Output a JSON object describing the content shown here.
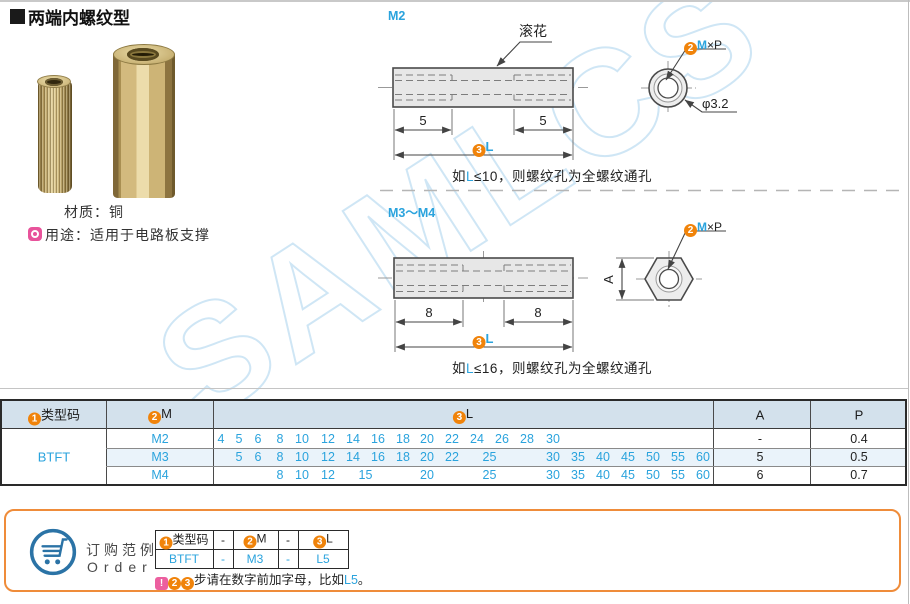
{
  "page": {
    "title": "两端内螺纹型",
    "material": "材质：铜",
    "usage_label": "用途：",
    "usage_text": "适用于电路板支撑",
    "watermark": "SAMLCS"
  },
  "badges": {
    "n1": "1",
    "n2": "2",
    "n3": "3"
  },
  "drawings": {
    "m2": {
      "label": "M2",
      "knurl_label": "滚花",
      "dim_left": "5",
      "dim_right": "5",
      "length_var": "L",
      "thread_m": "M",
      "thread_xp": "×P",
      "diameter": "φ3.2",
      "note_prefix": "如",
      "note_var": "L",
      "note_rest": "≤10，则螺纹孔为全螺纹通孔"
    },
    "m3m4": {
      "label": "M3～M4",
      "dim_left": "8",
      "dim_right": "8",
      "length_var": "L",
      "thread_m": "M",
      "thread_xp": "×P",
      "across_flats": "A",
      "note_prefix": "如",
      "note_var": "L",
      "note_rest": "≤16，则螺纹孔为全螺纹通孔"
    }
  },
  "table": {
    "headers": {
      "type_code": "类型码",
      "m": "M",
      "l": "L",
      "a": "A",
      "p": "P"
    },
    "type_code": "BTFT",
    "rows": [
      {
        "m": "M2",
        "a": "-",
        "p": "0.4",
        "l": [
          {
            "v": "4",
            "slot": 0
          },
          {
            "v": "5",
            "slot": 1
          },
          {
            "v": "6",
            "slot": 2
          },
          {
            "v": "8",
            "slot": 3
          },
          {
            "v": "10",
            "slot": 4
          },
          {
            "v": "12",
            "slot": 5
          },
          {
            "v": "14",
            "slot": 6
          },
          {
            "v": "16",
            "slot": 7
          },
          {
            "v": "18",
            "slot": 8
          },
          {
            "v": "20",
            "slot": 9
          },
          {
            "v": "22",
            "slot": 10
          },
          {
            "v": "24",
            "slot": 11
          },
          {
            "v": "26",
            "slot": 12
          },
          {
            "v": "28",
            "slot": 13
          },
          {
            "v": "30",
            "slot": 14
          }
        ]
      },
      {
        "m": "M3",
        "a": "5",
        "p": "0.5",
        "l": [
          {
            "v": "5",
            "slot": 1
          },
          {
            "v": "6",
            "slot": 2
          },
          {
            "v": "8",
            "slot": 3
          },
          {
            "v": "10",
            "slot": 4
          },
          {
            "v": "12",
            "slot": 5
          },
          {
            "v": "14",
            "slot": 6
          },
          {
            "v": "16",
            "slot": 7
          },
          {
            "v": "18",
            "slot": 8
          },
          {
            "v": "20",
            "slot": 9
          },
          {
            "v": "22",
            "slot": 10
          },
          {
            "v": "25",
            "slot": 11.5
          },
          {
            "v": "30",
            "slot": 14
          },
          {
            "v": "35",
            "slot": 15
          },
          {
            "v": "40",
            "slot": 16
          },
          {
            "v": "45",
            "slot": 17
          },
          {
            "v": "50",
            "slot": 18
          },
          {
            "v": "55",
            "slot": 19
          },
          {
            "v": "60",
            "slot": 20
          }
        ]
      },
      {
        "m": "M4",
        "a": "6",
        "p": "0.7",
        "l": [
          {
            "v": "8",
            "slot": 3
          },
          {
            "v": "10",
            "slot": 4
          },
          {
            "v": "12",
            "slot": 5
          },
          {
            "v": "15",
            "slot": 6.5
          },
          {
            "v": "20",
            "slot": 9
          },
          {
            "v": "25",
            "slot": 11.5
          },
          {
            "v": "30",
            "slot": 14
          },
          {
            "v": "35",
            "slot": 15
          },
          {
            "v": "40",
            "slot": 16
          },
          {
            "v": "45",
            "slot": 17
          },
          {
            "v": "50",
            "slot": 18
          },
          {
            "v": "55",
            "slot": 19
          },
          {
            "v": "60",
            "slot": 20
          }
        ]
      }
    ]
  },
  "order": {
    "title_cn": "订购范例",
    "title_en": "Order",
    "headers": {
      "type_code": "类型码",
      "m": "M",
      "l": "L"
    },
    "dash": "-",
    "example": {
      "type_code": "BTFT",
      "dash1": "-",
      "m": "M3",
      "dash2": "-",
      "l": "L5"
    },
    "note": {
      "warn": "!",
      "text": "步请在数字前加字母，比如",
      "code": "L5",
      "period": "。"
    }
  }
}
